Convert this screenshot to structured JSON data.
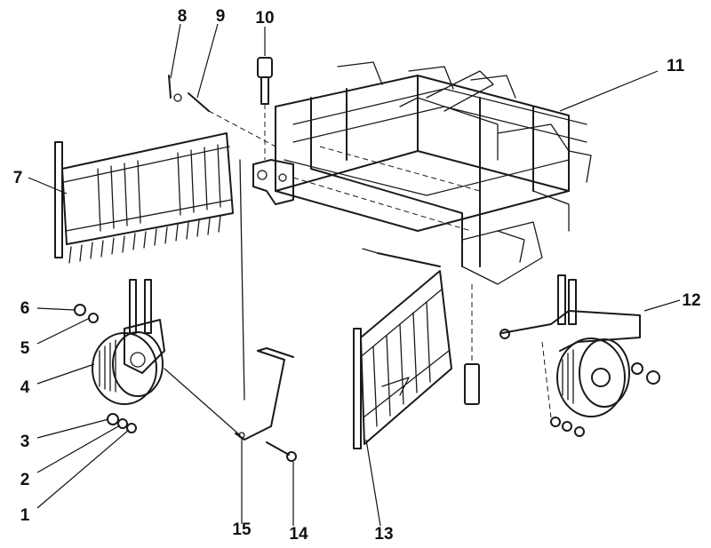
{
  "callouts": {
    "c1": "1",
    "c2": "2",
    "c3": "3",
    "c4": "4",
    "c5": "5",
    "c6": "6",
    "c7": "7",
    "c8": "8",
    "c9": "9",
    "c10": "10",
    "c11": "11",
    "c12": "12",
    "c13": "13",
    "c14": "14",
    "c15": "15"
  },
  "colors": {
    "ink": "#1a1a1a",
    "paper": "#ffffff"
  }
}
